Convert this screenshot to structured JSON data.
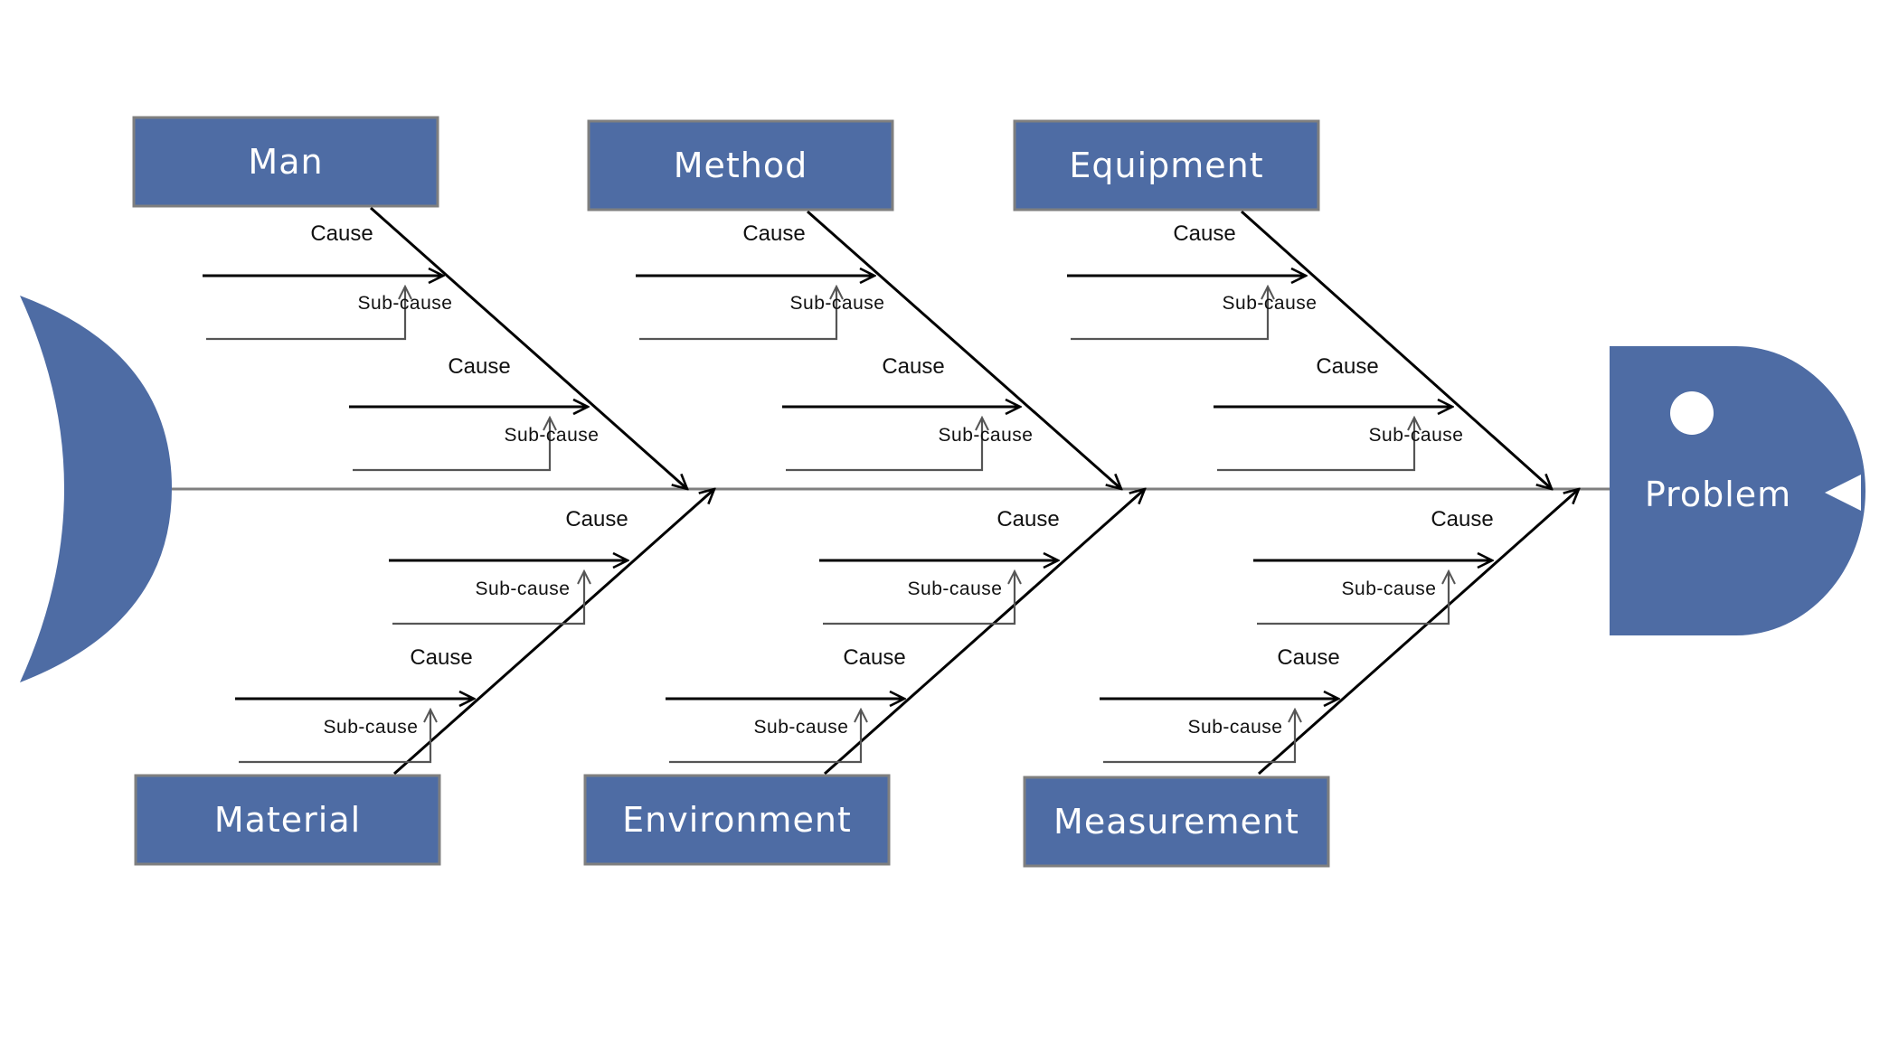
{
  "colors": {
    "box_fill": "#4e6ca4",
    "box_stroke": "#7f7f7f",
    "spine": "#7f7f7f",
    "arrow": "#000000",
    "sub_line": "#555555",
    "background": "#ffffff"
  },
  "problem": {
    "label": "Problem"
  },
  "categories": [
    {
      "id": "man",
      "label": "Man",
      "causes": [
        {
          "cause": "Cause",
          "sub_cause": "Sub-cause"
        },
        {
          "cause": "Cause",
          "sub_cause": "Sub-cause"
        }
      ]
    },
    {
      "id": "method",
      "label": "Method",
      "causes": [
        {
          "cause": "Cause",
          "sub_cause": "Sub-cause"
        },
        {
          "cause": "Cause",
          "sub_cause": "Sub-cause"
        }
      ]
    },
    {
      "id": "equipment",
      "label": "Equipment",
      "causes": [
        {
          "cause": "Cause",
          "sub_cause": "Sub-cause"
        },
        {
          "cause": "Cause",
          "sub_cause": "Sub-cause"
        }
      ]
    },
    {
      "id": "material",
      "label": "Material",
      "causes": [
        {
          "cause": "Cause",
          "sub_cause": "Sub-cause"
        },
        {
          "cause": "Cause",
          "sub_cause": "Sub-cause"
        }
      ]
    },
    {
      "id": "environment",
      "label": "Environment",
      "causes": [
        {
          "cause": "Cause",
          "sub_cause": "Sub-cause"
        },
        {
          "cause": "Cause",
          "sub_cause": "Sub-cause"
        }
      ]
    },
    {
      "id": "measurement",
      "label": "Measurement",
      "causes": [
        {
          "cause": "Cause",
          "sub_cause": "Sub-cause"
        },
        {
          "cause": "Cause",
          "sub_cause": "Sub-cause"
        }
      ]
    }
  ]
}
